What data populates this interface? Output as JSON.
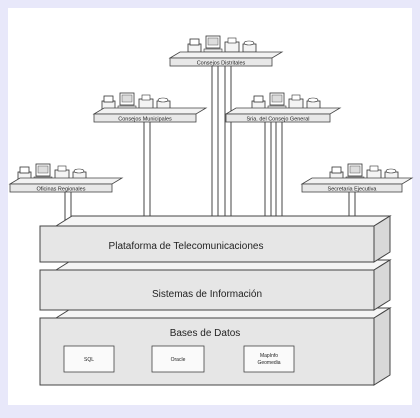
{
  "labels": {
    "node_top": "Consejos Distritales",
    "node_left_mid": "Consejos Municipales",
    "node_right_mid": "Sria. del Consejo General",
    "node_left_low": "Oficinas Regionales",
    "node_right_low": "Secretaria Ejecutiva",
    "layer_top": "Plataforma de Telecomunicaciones",
    "layer_mid": "Sistemas de Información",
    "layer_bottom": "Bases de Datos",
    "db_sql": "SQL",
    "db_oracle": "Oracle",
    "db_mapinfo_1": "MapInfo",
    "db_mapinfo_2": "Geomedia"
  }
}
